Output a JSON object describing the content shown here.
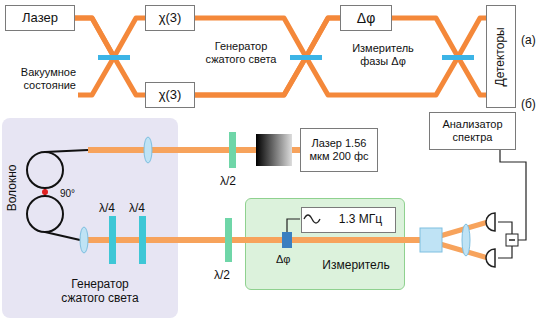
{
  "diagram": {
    "nodes": [
      {
        "text": [
          "Лазер"
        ]
      },
      {
        "text": [
          "χ(3)"
        ]
      },
      {
        "text": [
          "χ(3)"
        ]
      },
      {
        "text": [
          "Δφ"
        ]
      },
      {
        "text": [
          "Детекторы"
        ]
      },
      {
        "text": [
          "Волокно",
          "Генератор сжатого света"
        ]
      },
      {
        "text": [
          "Лазер 1.56 мкм 200 фс"
        ]
      },
      {
        "text": [
          "Измеритель"
        ]
      },
      {
        "text": [
          "1.3 МГц"
        ],
        "in": 7
      },
      {
        "text": [
          "Анализатор спектра"
        ]
      }
    ],
    "edges": [
      {
        "from": 0,
        "to": 1,
        "arrow": "none"
      },
      {
        "from": 0,
        "to": 2,
        "arrow": "none"
      },
      {
        "from": 1,
        "to": 3,
        "arrow": "none"
      },
      {
        "from": 2,
        "to": 3,
        "arrow": "none"
      },
      {
        "from": 3,
        "to": 4,
        "arrow": "none"
      },
      {
        "from": 2,
        "to": 4,
        "arrow": "none"
      },
      {
        "from": 6,
        "to": 5,
        "arrow": "none"
      },
      {
        "from": 5,
        "to": 7,
        "arrow": "none"
      }
    ],
    "labels": [
      "Вакуумное состояние",
      "Генератор сжатого света",
      "Измеритель фазы Δφ",
      "(а)",
      "(б)",
      "λ/2",
      "λ/2",
      "90°",
      "λ/4",
      "λ/4",
      "Δφ"
    ]
  }
}
